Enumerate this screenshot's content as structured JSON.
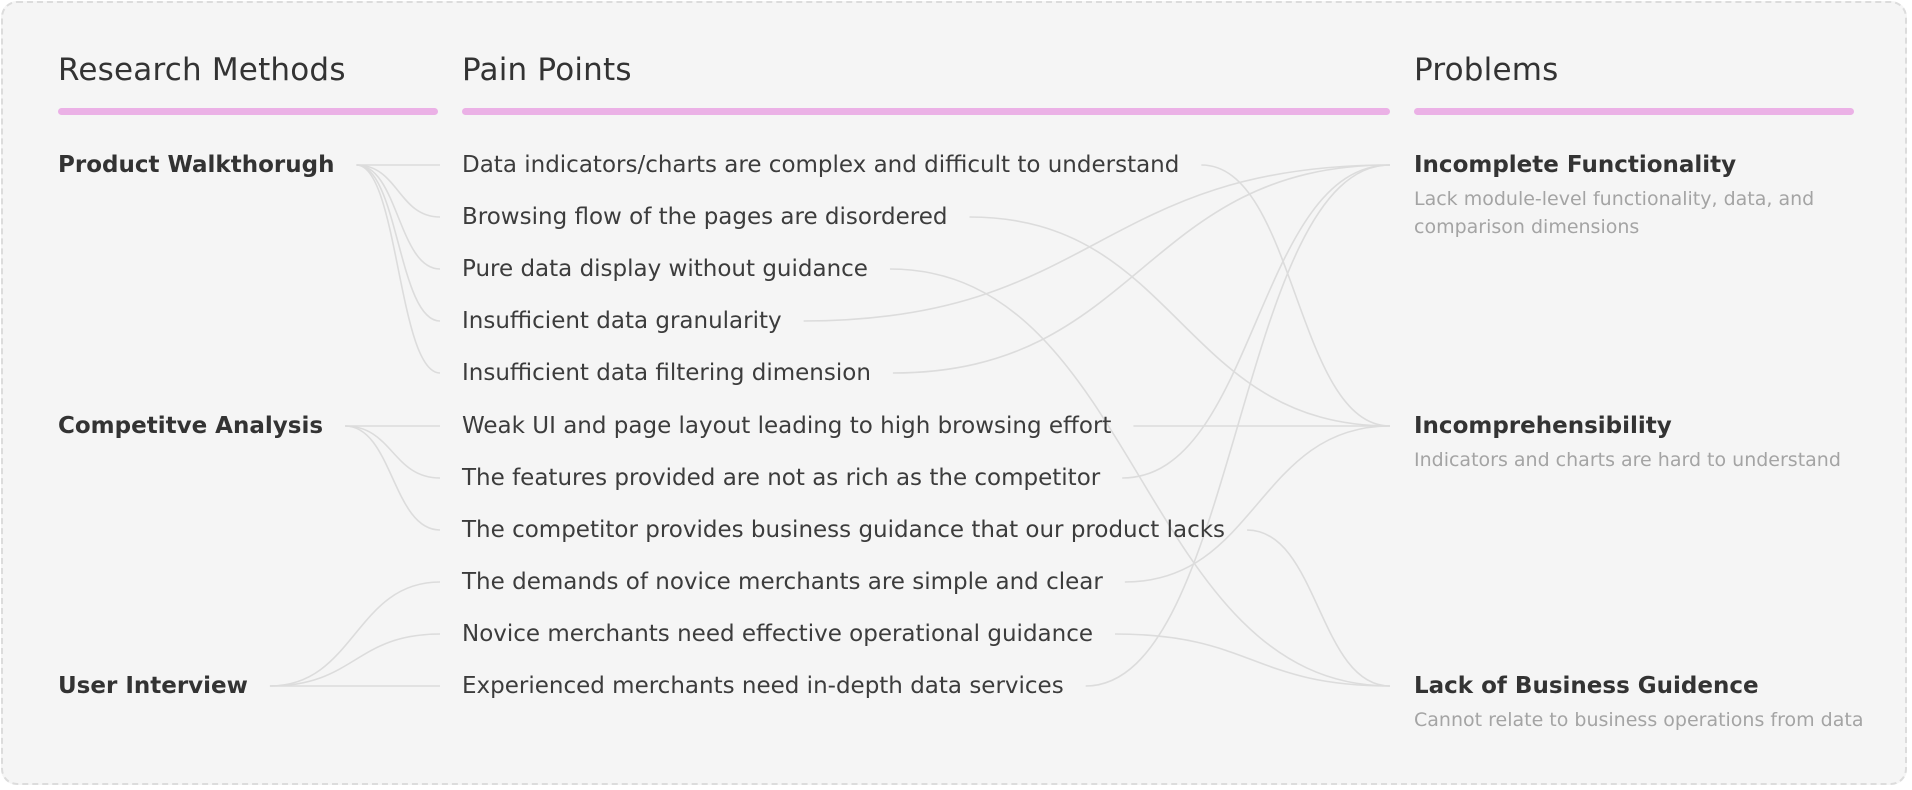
{
  "colors": {
    "accent": "#ebb1e6",
    "link": "#dcdcdc",
    "text": "#333333",
    "muted": "#a4a4a4",
    "background": "#f5f5f5"
  },
  "columns": {
    "methods_title": "Research Methods",
    "pain_title": "Pain Points",
    "problems_title": "Problems"
  },
  "methods": [
    "Product Walkthorugh",
    "Competitve Analysis",
    "User Interview"
  ],
  "pain_points": [
    "Data indicators/charts are complex and difficult to understand",
    "Browsing flow of the pages are disordered",
    "Pure data display without guidance",
    "Insufficient data granularity",
    "Insufficient data filtering dimension",
    "Weak UI and page layout leading to high browsing effort",
    "The features provided are not as rich as the competitor",
    "The competitor provides business guidance that our product lacks",
    "The demands of novice merchants are simple and clear",
    "Novice merchants need effective operational guidance",
    "Experienced merchants need in-depth data services"
  ],
  "problems": [
    {
      "title": "Incomplete Functionality",
      "desc": "Lack module-level functionality, data, and comparison dimensions"
    },
    {
      "title": "Incomprehensibility",
      "desc": "Indicators and charts are hard to understand"
    },
    {
      "title": "Lack of Business Guidence",
      "desc": "Cannot relate to business operations from data"
    }
  ],
  "method_links": [
    [
      0,
      0
    ],
    [
      0,
      1
    ],
    [
      0,
      2
    ],
    [
      0,
      3
    ],
    [
      0,
      4
    ],
    [
      1,
      5
    ],
    [
      1,
      6
    ],
    [
      1,
      7
    ],
    [
      2,
      8
    ],
    [
      2,
      9
    ],
    [
      2,
      10
    ]
  ],
  "problem_links": [
    [
      0,
      1
    ],
    [
      1,
      1
    ],
    [
      2,
      2
    ],
    [
      3,
      0
    ],
    [
      4,
      0
    ],
    [
      5,
      1
    ],
    [
      6,
      0
    ],
    [
      7,
      2
    ],
    [
      8,
      1
    ],
    [
      9,
      2
    ],
    [
      10,
      0
    ]
  ]
}
